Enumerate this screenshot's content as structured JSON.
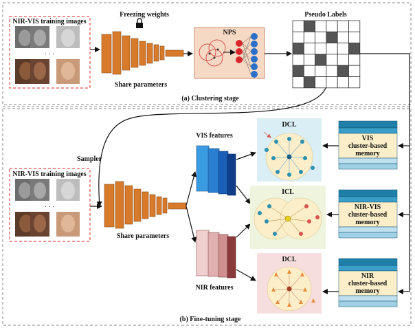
{
  "clustering_stage": {
    "input_box_title": "NIR-VIS training images",
    "ellipsis": "· · ·",
    "freezing_label": "Freezing weights",
    "share_label": "Share parameters",
    "nps_label": "NPS",
    "pseudo_labels_title": "Pseudo Labels",
    "caption": "(a) Clustering stage"
  },
  "finetuning_stage": {
    "sampler_label": "Sampler",
    "input_box_title": "NIR-VIS training images",
    "ellipsis": "· · ·",
    "share_label": "Share parameters",
    "vis_features_label": "VIS features",
    "nir_features_label": "NIR features",
    "dcl_top_label": "DCL",
    "icl_label": "ICL",
    "dcl_bottom_label": "DCL",
    "memory_vis": [
      "VIS",
      "cluster-based",
      "memory"
    ],
    "memory_nirvis": [
      "NIR-VIS",
      "cluster-based",
      "memory"
    ],
    "memory_nir": [
      "NIR",
      "cluster-based",
      "memory"
    ],
    "caption": "(b) Fine-tuning stage"
  },
  "pseudo_grid": {
    "rows": 6,
    "cols": 6,
    "filled_cells": [
      [
        0,
        1
      ],
      [
        1,
        3
      ],
      [
        2,
        0
      ],
      [
        2,
        5
      ],
      [
        3,
        2
      ],
      [
        4,
        0
      ],
      [
        4,
        4
      ],
      [
        5,
        1
      ]
    ]
  },
  "colors": {
    "frame_dash": "#888888",
    "input_box_dash": "#e0504a",
    "cnn_orange": "#d77a2a",
    "nps_box": "#f6d9c4",
    "vis_blue": "#2a7fd0",
    "nir_pink": "#e7b3b3",
    "memory_dark": "#1e7fa8",
    "memory_cream": "#fbeec8",
    "dcl_top_bg": "#d9eef5",
    "icl_bg": "#eef4de",
    "dcl_bottom_bg": "#f6dede"
  }
}
